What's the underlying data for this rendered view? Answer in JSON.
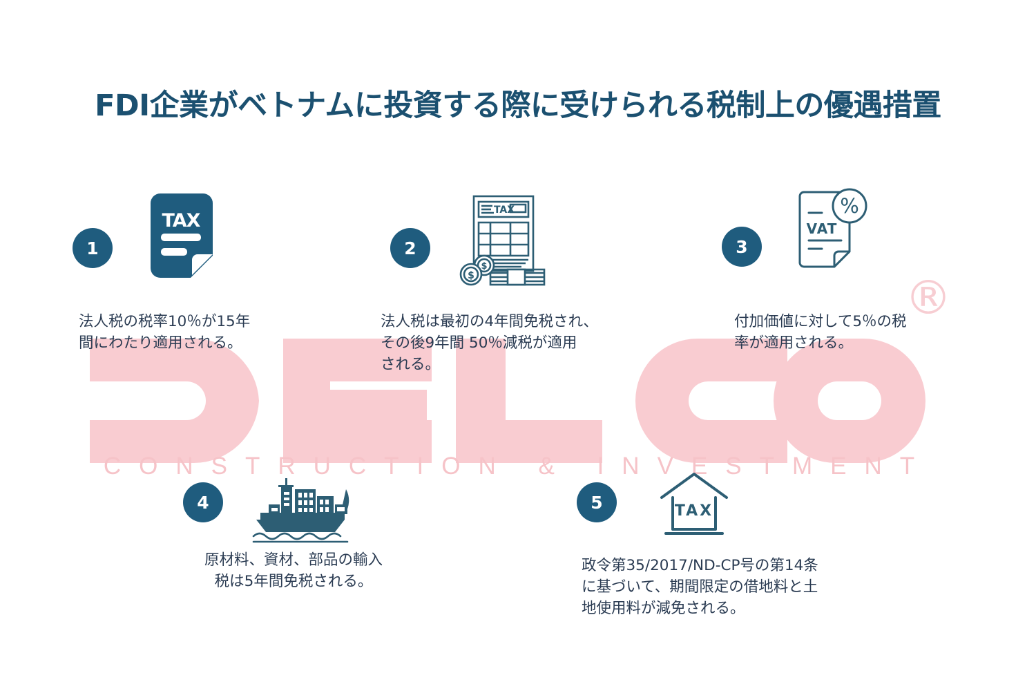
{
  "title": "FDI企業がベトナムに投資する際に受けられる税制上の優遇措置",
  "colors": {
    "title": "#1b5070",
    "badge": "#1f5c7e",
    "body_text": "#2a3b52",
    "icon_stroke": "#2d5e74",
    "watermark_pink": "#f9ccd1",
    "background": "#ffffff"
  },
  "watermark": {
    "logo_text": "DELCO",
    "tagline": "CONSTRUCTION & INVESTMENT",
    "registered_mark": "®"
  },
  "items": [
    {
      "number": "1",
      "icon": "tax-document-icon",
      "icon_label": "TAX",
      "text": "法人税の税率10％が15年\n間にわたり適用される。"
    },
    {
      "number": "2",
      "icon": "tax-form-money-icon",
      "icon_label": "TAX",
      "text": "法人税は最初の4年間免税され、\nその後9年間 50％減税が適用\nされる。"
    },
    {
      "number": "3",
      "icon": "vat-document-percent-icon",
      "icon_label": "VAT",
      "text": "付加価値に対して5％の税\n率が適用される。"
    },
    {
      "number": "4",
      "icon": "cargo-ship-icon",
      "icon_label": "",
      "text": "原材料、資材、部品の輸入\n税は5年間免税される。"
    },
    {
      "number": "5",
      "icon": "tax-house-icon",
      "icon_label": "TAX",
      "text": " 政令第35/2017/ND-CP号の第14条\nに基づいて、期間限定の借地料と土\n地使用料が減免される。"
    }
  ]
}
